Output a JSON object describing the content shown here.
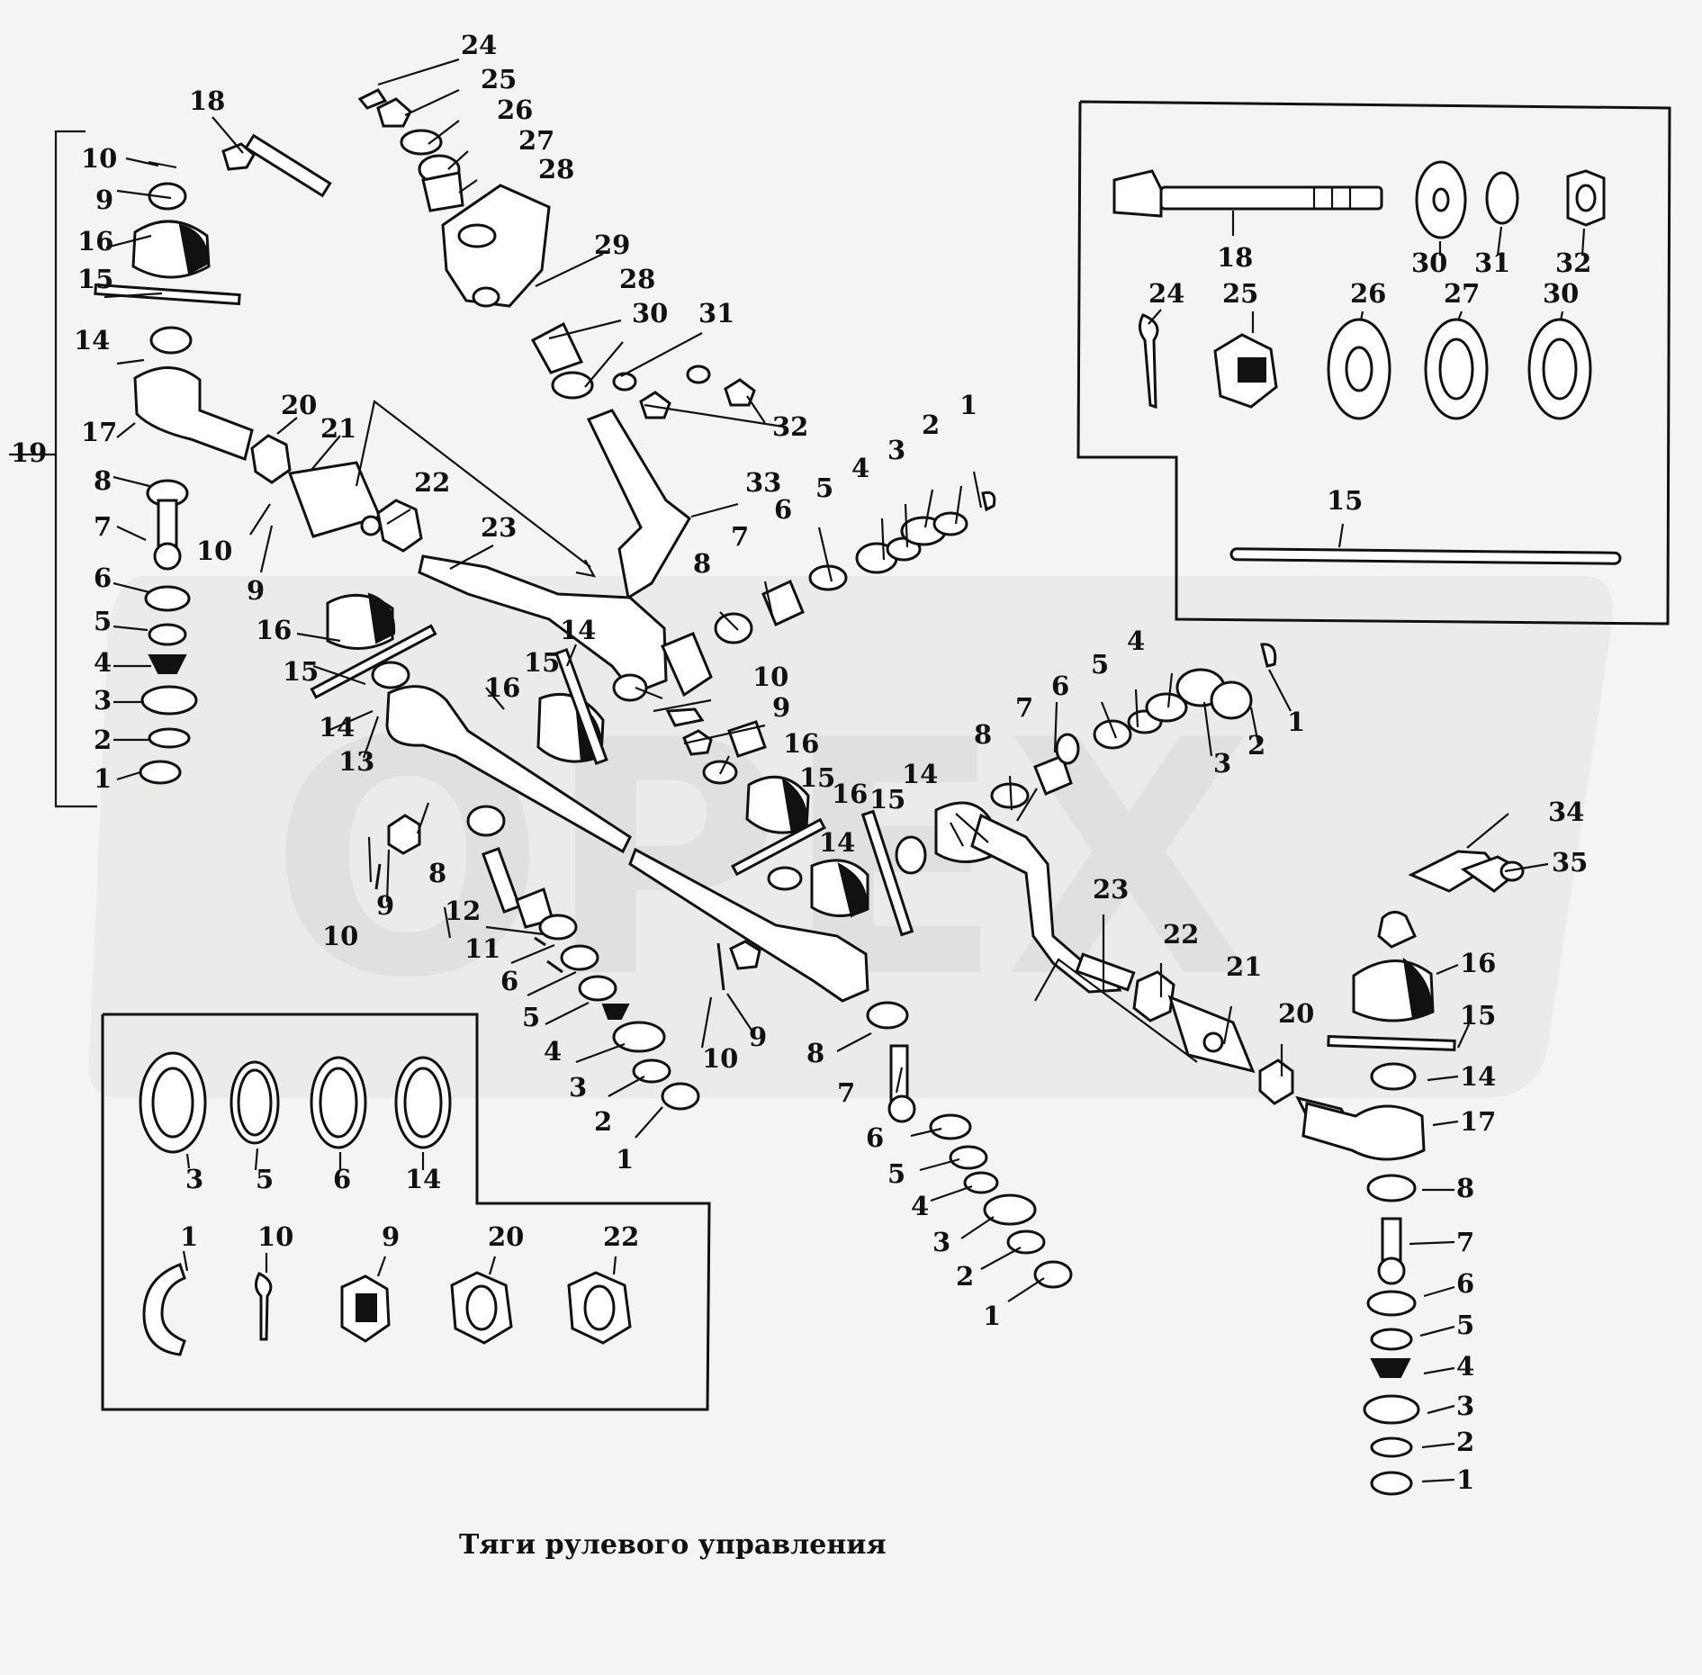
{
  "caption": "Тяги рулевого управления",
  "watermark": "OPEX",
  "colors": {
    "background": "#f4f4f2",
    "ink": "#111111",
    "watermark": "#e0e0de"
  },
  "callouts": [
    {
      "id": "c1",
      "text": "24"
    },
    {
      "id": "c2",
      "text": "25"
    },
    {
      "id": "c3",
      "text": "26"
    },
    {
      "id": "c4",
      "text": "27"
    },
    {
      "id": "c5",
      "text": "28"
    },
    {
      "id": "c6",
      "text": "29"
    },
    {
      "id": "c7",
      "text": "28"
    },
    {
      "id": "c8",
      "text": "30"
    },
    {
      "id": "c9",
      "text": "31"
    },
    {
      "id": "c10",
      "text": "32"
    },
    {
      "id": "c11",
      "text": "33"
    },
    {
      "id": "c12",
      "text": "18"
    },
    {
      "id": "c13",
      "text": "19"
    },
    {
      "id": "c14",
      "text": "10"
    },
    {
      "id": "c15",
      "text": "9"
    },
    {
      "id": "c16",
      "text": "16"
    },
    {
      "id": "c17",
      "text": "15"
    },
    {
      "id": "c18",
      "text": "14"
    },
    {
      "id": "c19",
      "text": "17"
    },
    {
      "id": "c20",
      "text": "8"
    },
    {
      "id": "c21",
      "text": "7"
    },
    {
      "id": "c22",
      "text": "6"
    },
    {
      "id": "c23",
      "text": "5"
    },
    {
      "id": "c24",
      "text": "4"
    },
    {
      "id": "c25",
      "text": "3"
    },
    {
      "id": "c26",
      "text": "2"
    },
    {
      "id": "c27",
      "text": "1"
    },
    {
      "id": "c28",
      "text": "20"
    },
    {
      "id": "c29",
      "text": "21"
    },
    {
      "id": "c30",
      "text": "10"
    },
    {
      "id": "c31",
      "text": "9"
    },
    {
      "id": "c32",
      "text": "22"
    },
    {
      "id": "c33",
      "text": "23"
    },
    {
      "id": "c34",
      "text": "16"
    },
    {
      "id": "c35",
      "text": "15"
    },
    {
      "id": "c36",
      "text": "14"
    },
    {
      "id": "c37",
      "text": "13"
    },
    {
      "id": "c38",
      "text": "16"
    },
    {
      "id": "c39",
      "text": "15"
    },
    {
      "id": "c40",
      "text": "14"
    },
    {
      "id": "c41",
      "text": "10"
    },
    {
      "id": "c42",
      "text": "9"
    },
    {
      "id": "c43",
      "text": "8"
    },
    {
      "id": "c44",
      "text": "7"
    },
    {
      "id": "c45",
      "text": "6"
    },
    {
      "id": "c46",
      "text": "5"
    },
    {
      "id": "c47",
      "text": "4"
    },
    {
      "id": "c48",
      "text": "3"
    },
    {
      "id": "c49",
      "text": "2"
    },
    {
      "id": "c50",
      "text": "1"
    },
    {
      "id": "c51",
      "text": "10"
    },
    {
      "id": "c52",
      "text": "9"
    },
    {
      "id": "c53",
      "text": "8"
    },
    {
      "id": "c54",
      "text": "12"
    },
    {
      "id": "c55",
      "text": "11"
    },
    {
      "id": "c56",
      "text": "6"
    },
    {
      "id": "c57",
      "text": "5"
    },
    {
      "id": "c58",
      "text": "4"
    },
    {
      "id": "c59",
      "text": "3"
    },
    {
      "id": "c60",
      "text": "2"
    },
    {
      "id": "c61",
      "text": "1"
    },
    {
      "id": "c62",
      "text": "10"
    },
    {
      "id": "c63",
      "text": "9"
    },
    {
      "id": "c64",
      "text": "16"
    },
    {
      "id": "c65",
      "text": "15"
    },
    {
      "id": "c66",
      "text": "16"
    },
    {
      "id": "c67",
      "text": "15"
    },
    {
      "id": "c68",
      "text": "14"
    },
    {
      "id": "c69",
      "text": "14"
    },
    {
      "id": "c70",
      "text": "8"
    },
    {
      "id": "c71",
      "text": "7"
    },
    {
      "id": "c72",
      "text": "6"
    },
    {
      "id": "c73",
      "text": "5"
    },
    {
      "id": "c74",
      "text": "4"
    },
    {
      "id": "c75",
      "text": "3"
    },
    {
      "id": "c76",
      "text": "2"
    },
    {
      "id": "c77",
      "text": "1"
    },
    {
      "id": "c78",
      "text": "8"
    },
    {
      "id": "c79",
      "text": "7"
    },
    {
      "id": "c80",
      "text": "6"
    },
    {
      "id": "c81",
      "text": "5"
    },
    {
      "id": "c82",
      "text": "4"
    },
    {
      "id": "c83",
      "text": "3"
    },
    {
      "id": "c84",
      "text": "2"
    },
    {
      "id": "c85",
      "text": "1"
    },
    {
      "id": "c86",
      "text": "23"
    },
    {
      "id": "c87",
      "text": "22"
    },
    {
      "id": "c88",
      "text": "21"
    },
    {
      "id": "c89",
      "text": "20"
    },
    {
      "id": "c90",
      "text": "34"
    },
    {
      "id": "c91",
      "text": "35"
    },
    {
      "id": "c92",
      "text": "16"
    },
    {
      "id": "c93",
      "text": "15"
    },
    {
      "id": "c94",
      "text": "14"
    },
    {
      "id": "c95",
      "text": "17"
    },
    {
      "id": "c96",
      "text": "8"
    },
    {
      "id": "c97",
      "text": "7"
    },
    {
      "id": "c98",
      "text": "6"
    },
    {
      "id": "c99",
      "text": "5"
    },
    {
      "id": "c100",
      "text": "4"
    },
    {
      "id": "c101",
      "text": "3"
    },
    {
      "id": "c102",
      "text": "2"
    },
    {
      "id": "c103",
      "text": "1"
    },
    {
      "id": "c104",
      "text": "18"
    },
    {
      "id": "c105",
      "text": "30"
    },
    {
      "id": "c106",
      "text": "31"
    },
    {
      "id": "c107",
      "text": "32"
    },
    {
      "id": "c108",
      "text": "24"
    },
    {
      "id": "c109",
      "text": "25"
    },
    {
      "id": "c110",
      "text": "26"
    },
    {
      "id": "c111",
      "text": "27"
    },
    {
      "id": "c112",
      "text": "30"
    },
    {
      "id": "c113",
      "text": "15"
    },
    {
      "id": "c114",
      "text": "3"
    },
    {
      "id": "c115",
      "text": "5"
    },
    {
      "id": "c116",
      "text": "6"
    },
    {
      "id": "c117",
      "text": "14"
    },
    {
      "id": "c118",
      "text": "1"
    },
    {
      "id": "c119",
      "text": "10"
    },
    {
      "id": "c120",
      "text": "9"
    },
    {
      "id": "c121",
      "text": "20"
    },
    {
      "id": "c122",
      "text": "22"
    }
  ]
}
